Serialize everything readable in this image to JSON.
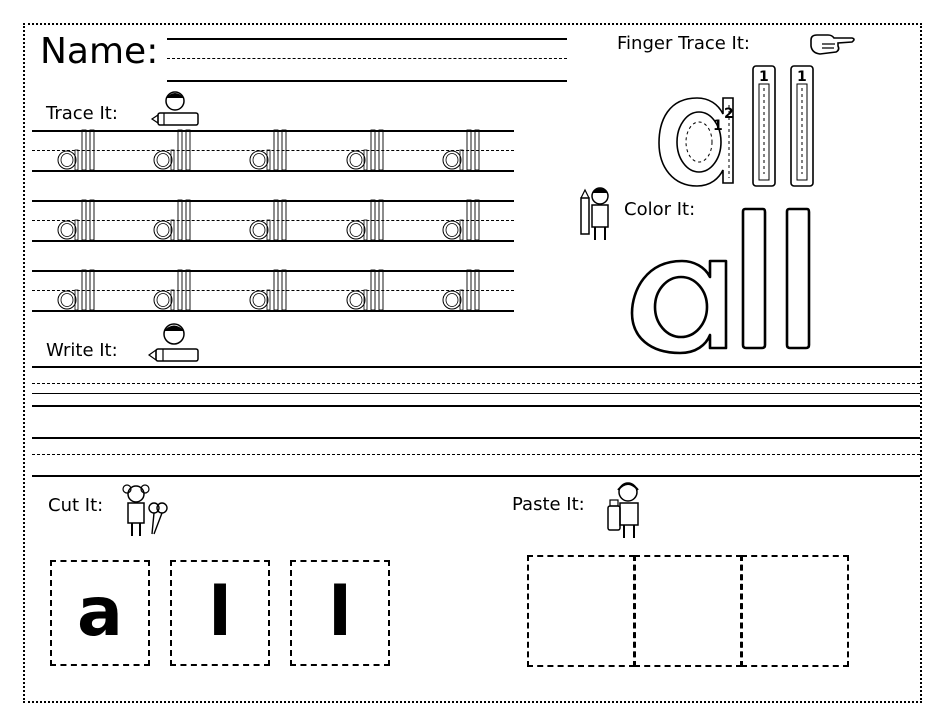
{
  "header": {
    "name_label": "Name:",
    "finger_trace_label": "Finger Trace It:"
  },
  "sections": {
    "trace_label": "Trace It:",
    "color_label": "Color It:",
    "write_label": "Write It:",
    "cut_label": "Cut It:",
    "paste_label": "Paste It:"
  },
  "word": "all",
  "trace_word": "all",
  "finger_trace": {
    "word": "all",
    "stroke_numbers": [
      "1",
      "2",
      "1",
      "1"
    ]
  },
  "cut_letters": [
    "a",
    "l",
    "l"
  ],
  "icons": {
    "finger_trace": "pointing-hand-icon",
    "trace": "boy-with-pencil-icon",
    "color": "boy-with-crayon-icon",
    "write": "boy-with-pencil-icon",
    "cut": "girl-with-scissors-icon",
    "paste": "girl-with-glue-icon"
  }
}
